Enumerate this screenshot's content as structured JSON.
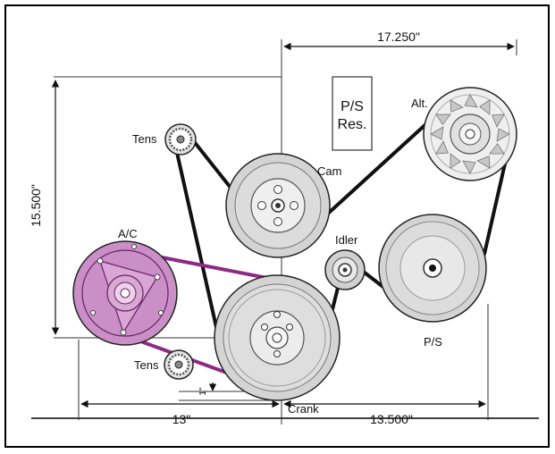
{
  "labels": {
    "tens_top": "Tens",
    "cam": "Cam",
    "ps_res_line1": "P/S",
    "ps_res_line2": "Res.",
    "alt": "Alt.",
    "ac": "A/C",
    "idler": "Idler",
    "ps": "P/S",
    "tens_bottom": "Tens",
    "crank": "Crank"
  },
  "dimensions": {
    "top_width": "17.250\"",
    "left_height": "15.500\"",
    "bottom_left": "13\"",
    "bottom_right": "13.500\"",
    "offset": "1\""
  },
  "colors": {
    "belt_black": "#111111",
    "belt_purple": "#8e2a86",
    "ac_fill": "#c98fc6",
    "pulley_gray": "#d4d4d4",
    "frame_border": "#000000"
  }
}
